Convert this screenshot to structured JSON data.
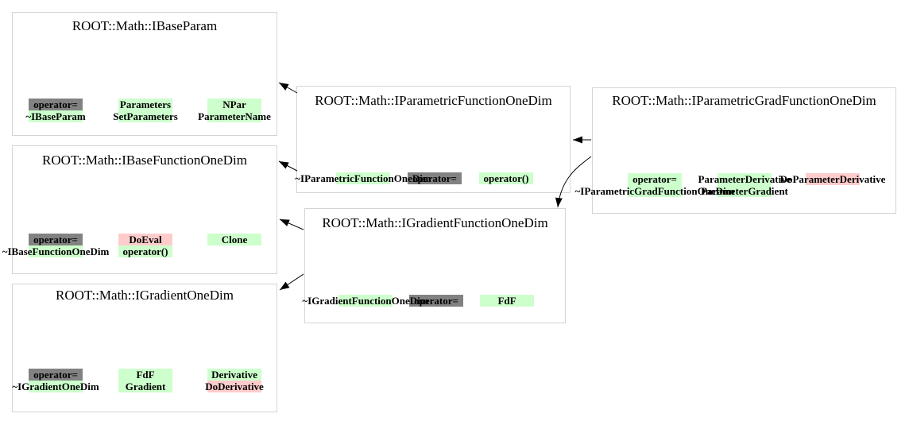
{
  "diagram": {
    "type": "class-inheritance",
    "colors": {
      "method_green": "#ccffcc",
      "method_pink": "#ffcccc",
      "method_gray": "#828282",
      "box_border": "#d4d4d4",
      "arrow": "#000000"
    },
    "classes": [
      {
        "id": "ibaseparam",
        "title": "ROOT::Math::IBaseParam",
        "methods": [
          {
            "label": "operator=",
            "tone": "gray"
          },
          {
            "label": "Parameters",
            "tone": "green"
          },
          {
            "label": "NPar",
            "tone": "green"
          },
          {
            "label": "~IBaseParam",
            "tone": "green"
          },
          {
            "label": "SetParameters",
            "tone": "green"
          },
          {
            "label": "ParameterName",
            "tone": "green"
          }
        ]
      },
      {
        "id": "ibasefunctiononedim",
        "title": "ROOT::Math::IBaseFunctionOneDim",
        "methods": [
          {
            "label": "operator=",
            "tone": "gray"
          },
          {
            "label": "DoEval",
            "tone": "pink"
          },
          {
            "label": "Clone",
            "tone": "green"
          },
          {
            "label": "~IBaseFunctionOneDim",
            "tone": "green"
          },
          {
            "label": "operator()",
            "tone": "green"
          }
        ]
      },
      {
        "id": "igradientonedim",
        "title": "ROOT::Math::IGradientOneDim",
        "methods": [
          {
            "label": "operator=",
            "tone": "gray"
          },
          {
            "label": "FdF",
            "tone": "green"
          },
          {
            "label": "Derivative",
            "tone": "green"
          },
          {
            "label": "~IGradientOneDim",
            "tone": "green"
          },
          {
            "label": "Gradient",
            "tone": "green"
          },
          {
            "label": "DoDerivative",
            "tone": "pink"
          }
        ]
      },
      {
        "id": "iparametricfunctiononedim",
        "title": "ROOT::Math::IParametricFunctionOneDim",
        "methods": [
          {
            "label": "~IParametricFunctionOneDim",
            "tone": "green"
          },
          {
            "label": "operator=",
            "tone": "gray"
          },
          {
            "label": "operator()",
            "tone": "green"
          }
        ]
      },
      {
        "id": "igradientfunctiononedim",
        "title": "ROOT::Math::IGradientFunctionOneDim",
        "methods": [
          {
            "label": "~IGradientFunctionOneDim",
            "tone": "green"
          },
          {
            "label": "operator=",
            "tone": "gray"
          },
          {
            "label": "FdF",
            "tone": "green"
          }
        ]
      },
      {
        "id": "iparametricgradfunctiononedim",
        "title": "ROOT::Math::IParametricGradFunctionOneDim",
        "methods": [
          {
            "label": "operator=",
            "tone": "green"
          },
          {
            "label": "ParameterDerivative",
            "tone": "green"
          },
          {
            "label": "DoParameterDerivative",
            "tone": "pink"
          },
          {
            "label": "~IParametricGradFunctionOneDim",
            "tone": "green"
          },
          {
            "label": "ParameterGradient",
            "tone": "green"
          }
        ]
      }
    ]
  }
}
